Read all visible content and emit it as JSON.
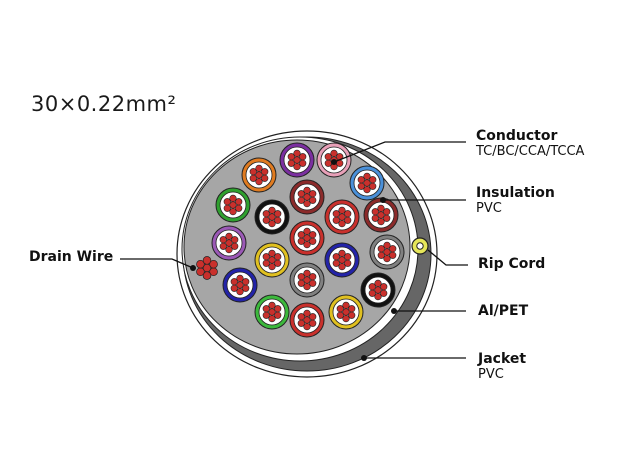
{
  "title": "30×0.22mm²",
  "labels": {
    "conductor": {
      "name": "Conductor",
      "detail": "TC/BC/CCA/TCCA"
    },
    "insulation": {
      "name": "Insulation",
      "detail": "PVC"
    },
    "rip_cord": {
      "name": "Rip Cord"
    },
    "al_pet": {
      "name": "Al/PET"
    },
    "jacket": {
      "name": "Jacket",
      "detail": "PVC"
    },
    "drain_wire": {
      "name": "Drain Wire"
    }
  },
  "colors": {
    "jacket": "#666666",
    "filler": "#a6a6a6",
    "strand": "#c9302c",
    "rip_cord": "#e6e65a"
  },
  "cores": [
    {
      "color": "#7b2fa0"
    },
    {
      "color": "#e8a0b8"
    },
    {
      "color": "#e07b20"
    },
    {
      "color": "#4a90d9"
    },
    {
      "color": "#2fa02f"
    },
    {
      "color": "#8b2a2a"
    },
    {
      "color": "#111111"
    },
    {
      "color": "#c9302c"
    },
    {
      "color": "#8b2a2a"
    },
    {
      "color": "#9b59b6"
    },
    {
      "color": "#c9302c"
    },
    {
      "color": "#808080"
    },
    {
      "color": "#e0c020"
    },
    {
      "color": "#2323a8"
    },
    {
      "color": "#2323a8"
    },
    {
      "color": "#808080"
    },
    {
      "color": "#111111"
    },
    {
      "color": "#3cb83c"
    },
    {
      "color": "#c9302c"
    },
    {
      "color": "#e0c020"
    }
  ]
}
